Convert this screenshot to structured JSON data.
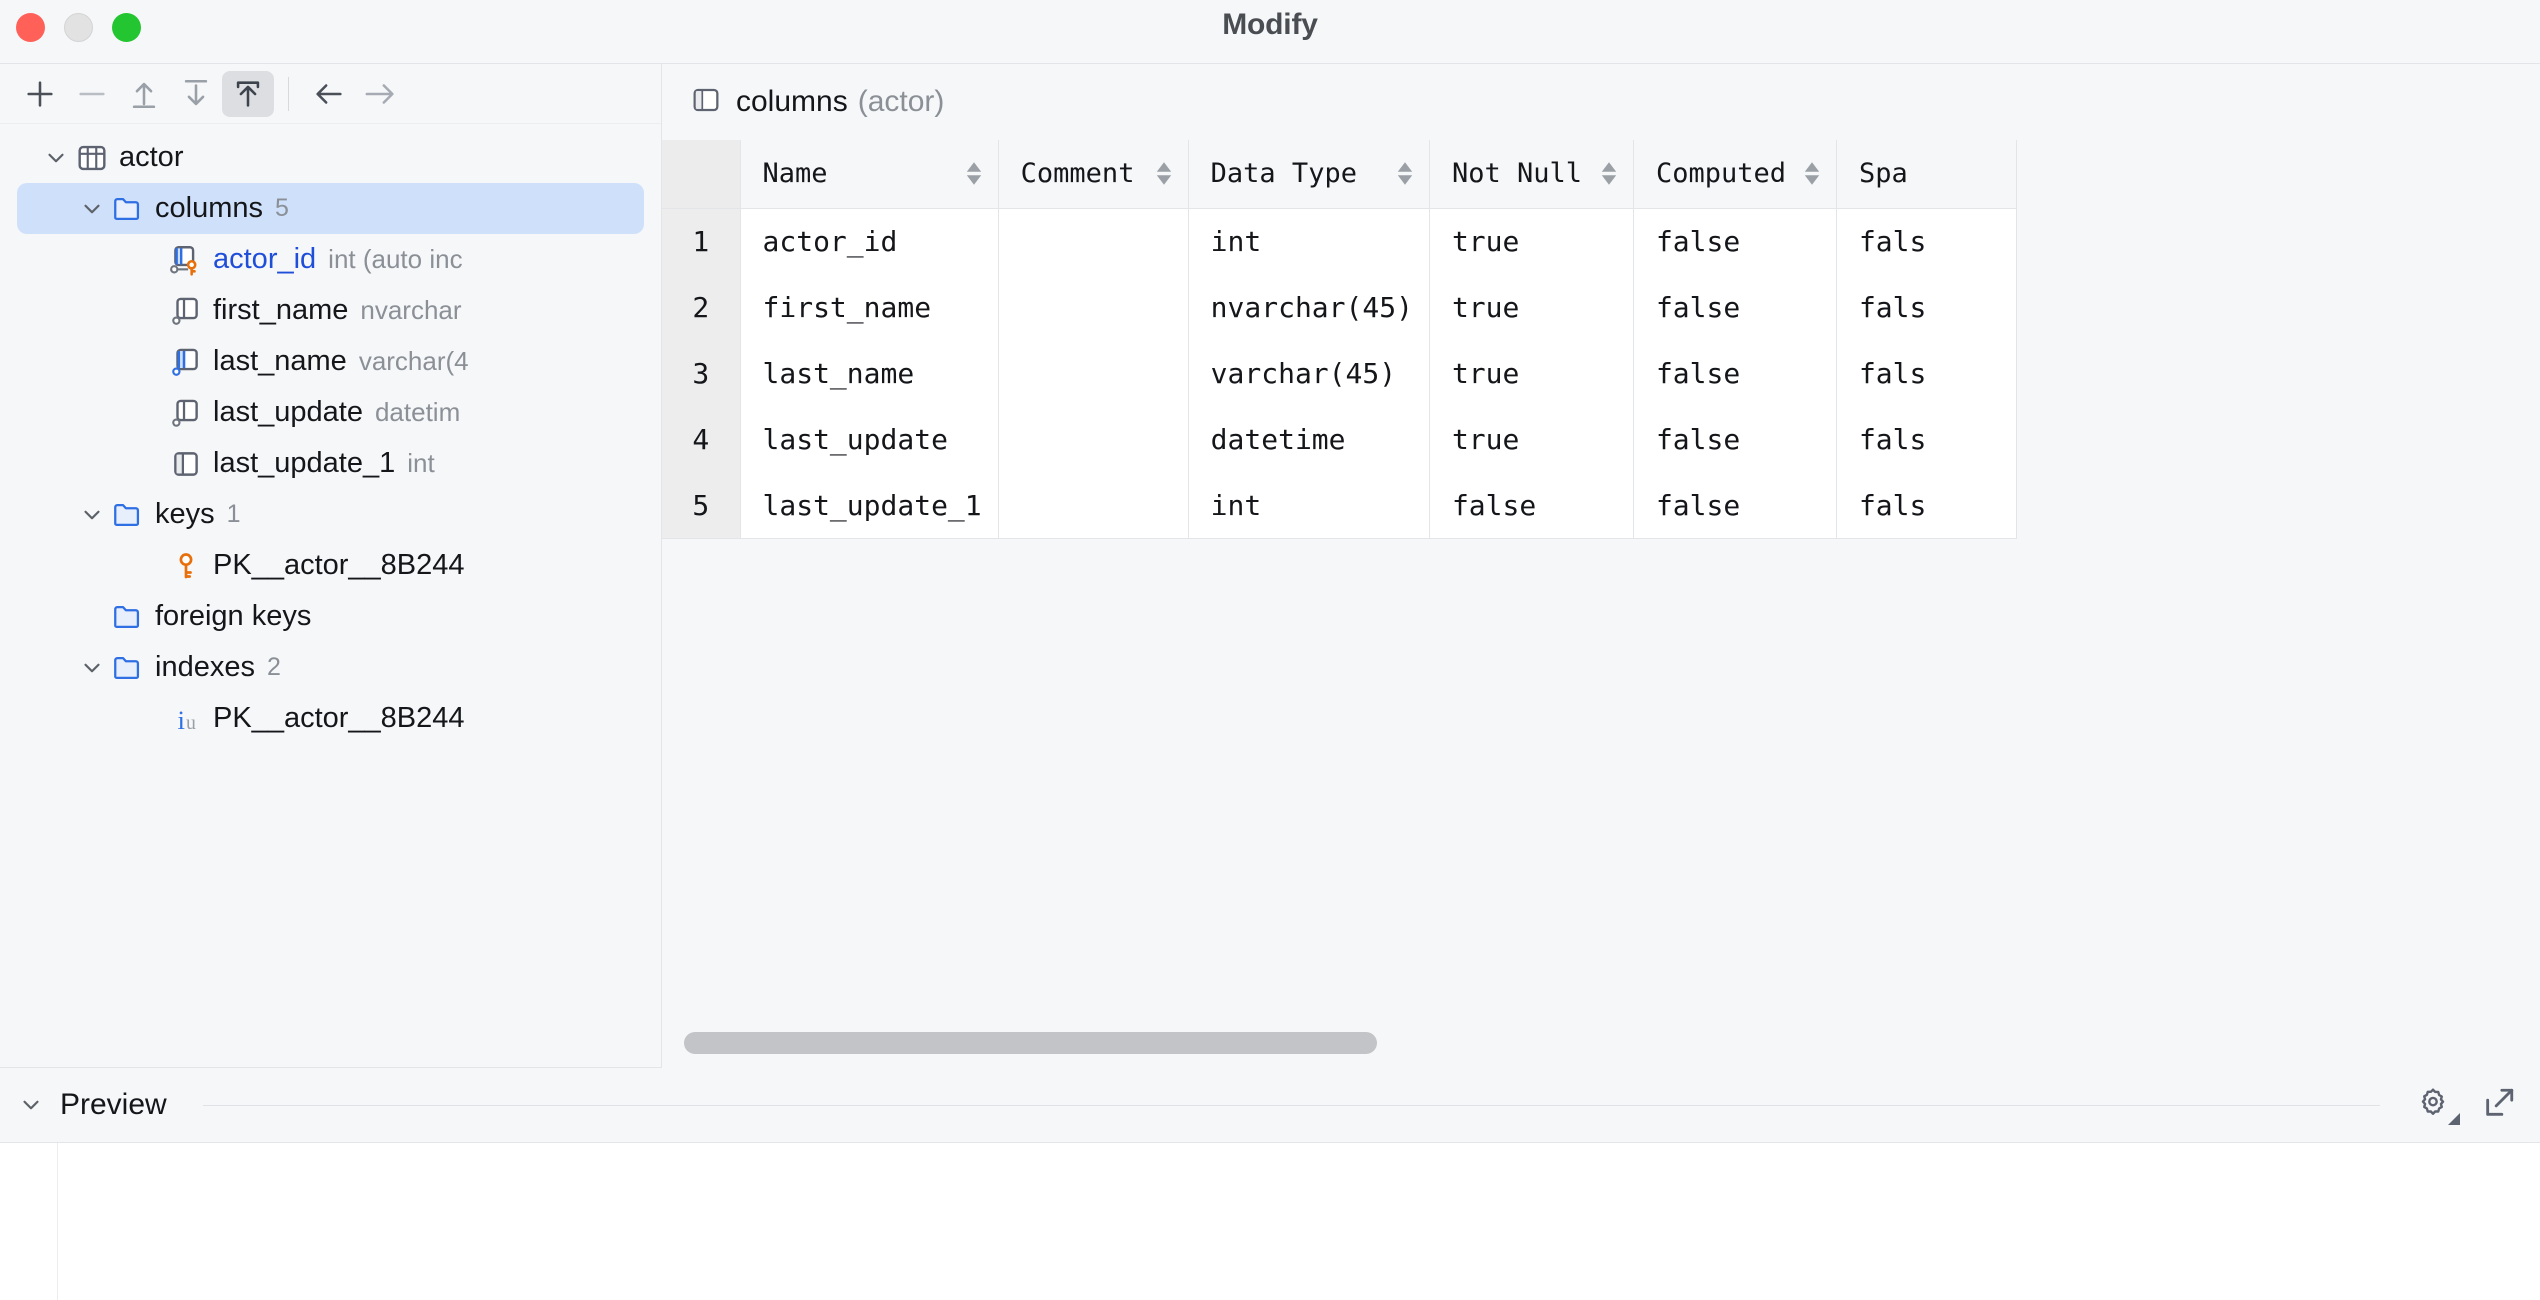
{
  "window": {
    "title": "Modify",
    "traffic_lights": [
      "close-button",
      "minimize-button",
      "maximize-button"
    ]
  },
  "toolbar": {
    "buttons": [
      {
        "name": "add-button",
        "icon": "plus-icon",
        "active": false
      },
      {
        "name": "remove-button",
        "icon": "minus-icon",
        "active": false
      },
      {
        "name": "move-up-button",
        "icon": "arrow-up-to-line-icon",
        "active": false
      },
      {
        "name": "move-down-button",
        "icon": "arrow-down-to-line-icon",
        "active": false
      },
      {
        "name": "move-to-top-button",
        "icon": "arrow-up-to-top-icon",
        "active": true
      },
      {
        "name": "back-button",
        "icon": "arrow-left-icon",
        "active": false
      },
      {
        "name": "forward-button",
        "icon": "arrow-right-icon",
        "active": false
      }
    ]
  },
  "tree": {
    "nodes": [
      {
        "label": "actor",
        "icon": "table-icon",
        "chevron": "down",
        "indent": 1,
        "meta": "",
        "count": "",
        "selected": false,
        "label_color": "default"
      },
      {
        "label": "columns",
        "icon": "folder-icon",
        "chevron": "down",
        "indent": 2,
        "meta": "",
        "count": "5",
        "selected": true,
        "label_color": "default"
      },
      {
        "label": "actor_id",
        "icon": "column-key-icon",
        "chevron": "",
        "indent": 3,
        "meta": "int (auto inc",
        "count": "",
        "selected": false,
        "label_color": "blue"
      },
      {
        "label": "first_name",
        "icon": "column-icon",
        "chevron": "",
        "indent": 3,
        "meta": "nvarchar",
        "count": "",
        "selected": false,
        "label_color": "default"
      },
      {
        "label": "last_name",
        "icon": "column-mod-icon",
        "chevron": "",
        "indent": 3,
        "meta": "varchar(4",
        "count": "",
        "selected": false,
        "label_color": "default"
      },
      {
        "label": "last_update",
        "icon": "column-icon",
        "chevron": "",
        "indent": 3,
        "meta": "datetim",
        "count": "",
        "selected": false,
        "label_color": "default"
      },
      {
        "label": "last_update_1",
        "icon": "column-new-icon",
        "chevron": "",
        "indent": 3,
        "meta": "int",
        "count": "",
        "selected": false,
        "label_color": "default"
      },
      {
        "label": "keys",
        "icon": "folder-icon",
        "chevron": "down",
        "indent": 2,
        "meta": "",
        "count": "1",
        "selected": false,
        "label_color": "default"
      },
      {
        "label": "PK__actor__8B244",
        "icon": "key-icon",
        "chevron": "",
        "indent": 3,
        "meta": "",
        "count": "",
        "selected": false,
        "label_color": "default"
      },
      {
        "label": "foreign keys",
        "icon": "folder-icon",
        "chevron": "",
        "indent": 2,
        "meta": "",
        "count": "",
        "selected": false,
        "label_color": "default"
      },
      {
        "label": "indexes",
        "icon": "folder-icon",
        "chevron": "down",
        "indent": 2,
        "meta": "",
        "count": "2",
        "selected": false,
        "label_color": "default"
      },
      {
        "label": "PK__actor__8B244",
        "icon": "index-icon",
        "chevron": "",
        "indent": 3,
        "meta": "",
        "count": "",
        "selected": false,
        "label_color": "default"
      }
    ]
  },
  "grid": {
    "header_icon": "column-icon",
    "header_label": "columns",
    "header_sub": "(actor)",
    "columns": [
      {
        "label": "Name",
        "sortable": true
      },
      {
        "label": "Comment",
        "sortable": true
      },
      {
        "label": "Data Type",
        "sortable": true
      },
      {
        "label": "Not Null",
        "sortable": true
      },
      {
        "label": "Computed",
        "sortable": true
      },
      {
        "label": "Spa",
        "sortable": false
      }
    ],
    "rows": [
      {
        "num": "1",
        "name": "actor_id",
        "comment": "",
        "data_type": "int",
        "not_null": "true",
        "computed": "false",
        "sparse": "fals"
      },
      {
        "num": "2",
        "name": "first_name",
        "comment": "",
        "data_type": "nvarchar(45)",
        "not_null": "true",
        "computed": "false",
        "sparse": "fals"
      },
      {
        "num": "3",
        "name": "last_name",
        "comment": "",
        "data_type": "varchar(45)",
        "not_null": "true",
        "computed": "false",
        "sparse": "fals"
      },
      {
        "num": "4",
        "name": "last_update",
        "comment": "",
        "data_type": "datetime",
        "not_null": "true",
        "computed": "false",
        "sparse": "fals"
      },
      {
        "num": "5",
        "name": "last_update_1",
        "comment": "",
        "data_type": "int",
        "not_null": "false",
        "computed": "false",
        "sparse": "fals"
      }
    ]
  },
  "preview": {
    "label": "Preview",
    "chevron": "down",
    "icons": [
      "gear-icon",
      "open-external-icon"
    ]
  },
  "colors": {
    "accent_blue": "#1f4ed8",
    "selection_blue": "#cfe0fb",
    "key_orange": "#e8700a",
    "window_bg": "#f6f7f9",
    "grid_bg": "#ffffff",
    "gutter_bg": "#ededed",
    "border": "#e3e5e8",
    "muted_text": "#8b9097"
  }
}
